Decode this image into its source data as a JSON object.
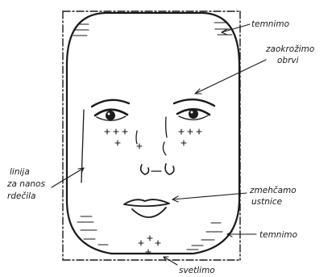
{
  "labels": {
    "temnimo_top": "temnimo",
    "zaokrozimo_line1": "zaokrožimo",
    "zaokrozimo_line2": "obrvi",
    "linija_line1": "linija",
    "linija_line2": "za nanos",
    "linija_line3": "rdečila",
    "zmehcamo_line1": "zmehčamo",
    "zmehcamo_line2": "ustnice",
    "temnimo_bottom": "temnimo",
    "svetlimo": "svetlimo"
  }
}
